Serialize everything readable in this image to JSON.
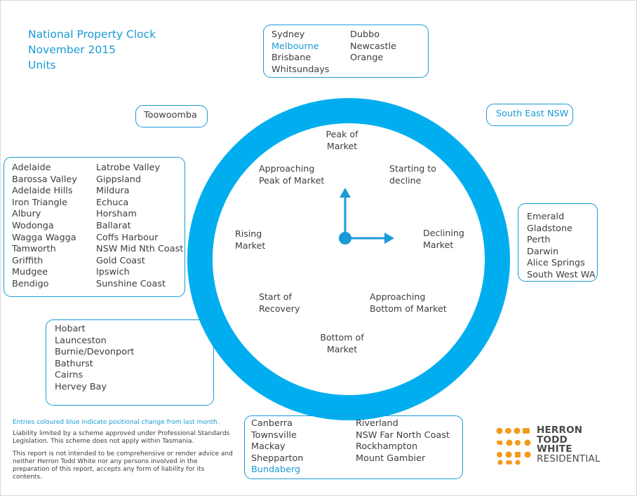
{
  "title": {
    "line1": "National Property Clock",
    "line2": "November 2015",
    "line3": "Units"
  },
  "phases": {
    "peak": [
      "Peak of",
      "Market"
    ],
    "starting_decline": [
      "Starting to",
      "decline"
    ],
    "declining": [
      "Declining",
      "Market"
    ],
    "approaching_bottom": [
      "Approaching",
      "Bottom of Market"
    ],
    "bottom": [
      "Bottom of",
      "Market"
    ],
    "start_recovery": [
      "Start of",
      "Recovery"
    ],
    "rising": [
      "Rising",
      "Market"
    ],
    "approaching_peak": [
      "Approaching",
      "Peak of Market"
    ]
  },
  "groups": {
    "peak": {
      "col1": [
        {
          "name": "Sydney",
          "hl": false
        },
        {
          "name": "Melbourne",
          "hl": true
        },
        {
          "name": "Brisbane",
          "hl": false
        },
        {
          "name": "Whitsundays",
          "hl": false
        }
      ],
      "col2": [
        {
          "name": "Dubbo",
          "hl": false
        },
        {
          "name": "Newcastle",
          "hl": false
        },
        {
          "name": "Orange",
          "hl": false
        }
      ]
    },
    "toowoomba": {
      "name": "Toowoomba"
    },
    "south_east_nsw": {
      "name": "South East NSW"
    },
    "rising": {
      "col1": [
        {
          "name": "Adelaide"
        },
        {
          "name": "Barossa Valley"
        },
        {
          "name": "Adelaide Hills"
        },
        {
          "name": "Iron Triangle"
        },
        {
          "name": "Albury"
        },
        {
          "name": "Wodonga"
        },
        {
          "name": "Wagga Wagga"
        },
        {
          "name": "Tamworth"
        },
        {
          "name": "Griffith"
        },
        {
          "name": "Mudgee"
        },
        {
          "name": "Bendigo"
        }
      ],
      "col2": [
        {
          "name": "Latrobe Valley"
        },
        {
          "name": "Gippsland"
        },
        {
          "name": "Mildura"
        },
        {
          "name": "Echuca"
        },
        {
          "name": "Horsham"
        },
        {
          "name": "Ballarat"
        },
        {
          "name": "Coffs Harbour"
        },
        {
          "name": "NSW Mid Nth Coast"
        },
        {
          "name": "Gold Coast"
        },
        {
          "name": "Ipswich"
        },
        {
          "name": "Sunshine Coast"
        }
      ]
    },
    "declining": {
      "col1": [
        {
          "name": "Emerald"
        },
        {
          "name": "Gladstone"
        },
        {
          "name": "Perth"
        },
        {
          "name": "Darwin"
        },
        {
          "name": "Alice Springs"
        },
        {
          "name": "South West WA"
        }
      ]
    },
    "start_recovery": {
      "col1": [
        {
          "name": "Hobart"
        },
        {
          "name": "Launceston"
        },
        {
          "name": "Burnie/Devonport"
        },
        {
          "name": "Bathurst"
        },
        {
          "name": "Cairns"
        },
        {
          "name": "Hervey Bay"
        }
      ]
    },
    "bottom": {
      "col1": [
        {
          "name": "Canberra",
          "hl": false
        },
        {
          "name": "Townsville",
          "hl": false
        },
        {
          "name": "Mackay",
          "hl": false
        },
        {
          "name": "Shepparton",
          "hl": false
        },
        {
          "name": "Bundaberg",
          "hl": true
        }
      ],
      "col2": [
        {
          "name": "Riverland",
          "hl": false
        },
        {
          "name": "NSW Far North Coast",
          "hl": false
        },
        {
          "name": "Rockhampton",
          "hl": false
        },
        {
          "name": "Mount Gambier",
          "hl": false
        }
      ]
    }
  },
  "notes": {
    "blue": "Entries coloured blue indicate positional change from last month.",
    "liability": "Liability limited by a scheme approved under Professional Standards Legislation. This scheme does not apply within Tasmania.",
    "disclaimer": "This report is not intended to be comprehensive or render advice and neither Herron Todd White nor any persons involved in the preparation of this report, accepts any form of liability for its contents."
  },
  "logo": {
    "line1": "HERRON",
    "line2": "TODD",
    "line3": "WHITE",
    "line4": "RESIDENTIAL"
  },
  "colors": {
    "brand_blue": "#00aeef",
    "text_blue": "#1a9ad6",
    "logo_orange": "#f39a1e"
  }
}
